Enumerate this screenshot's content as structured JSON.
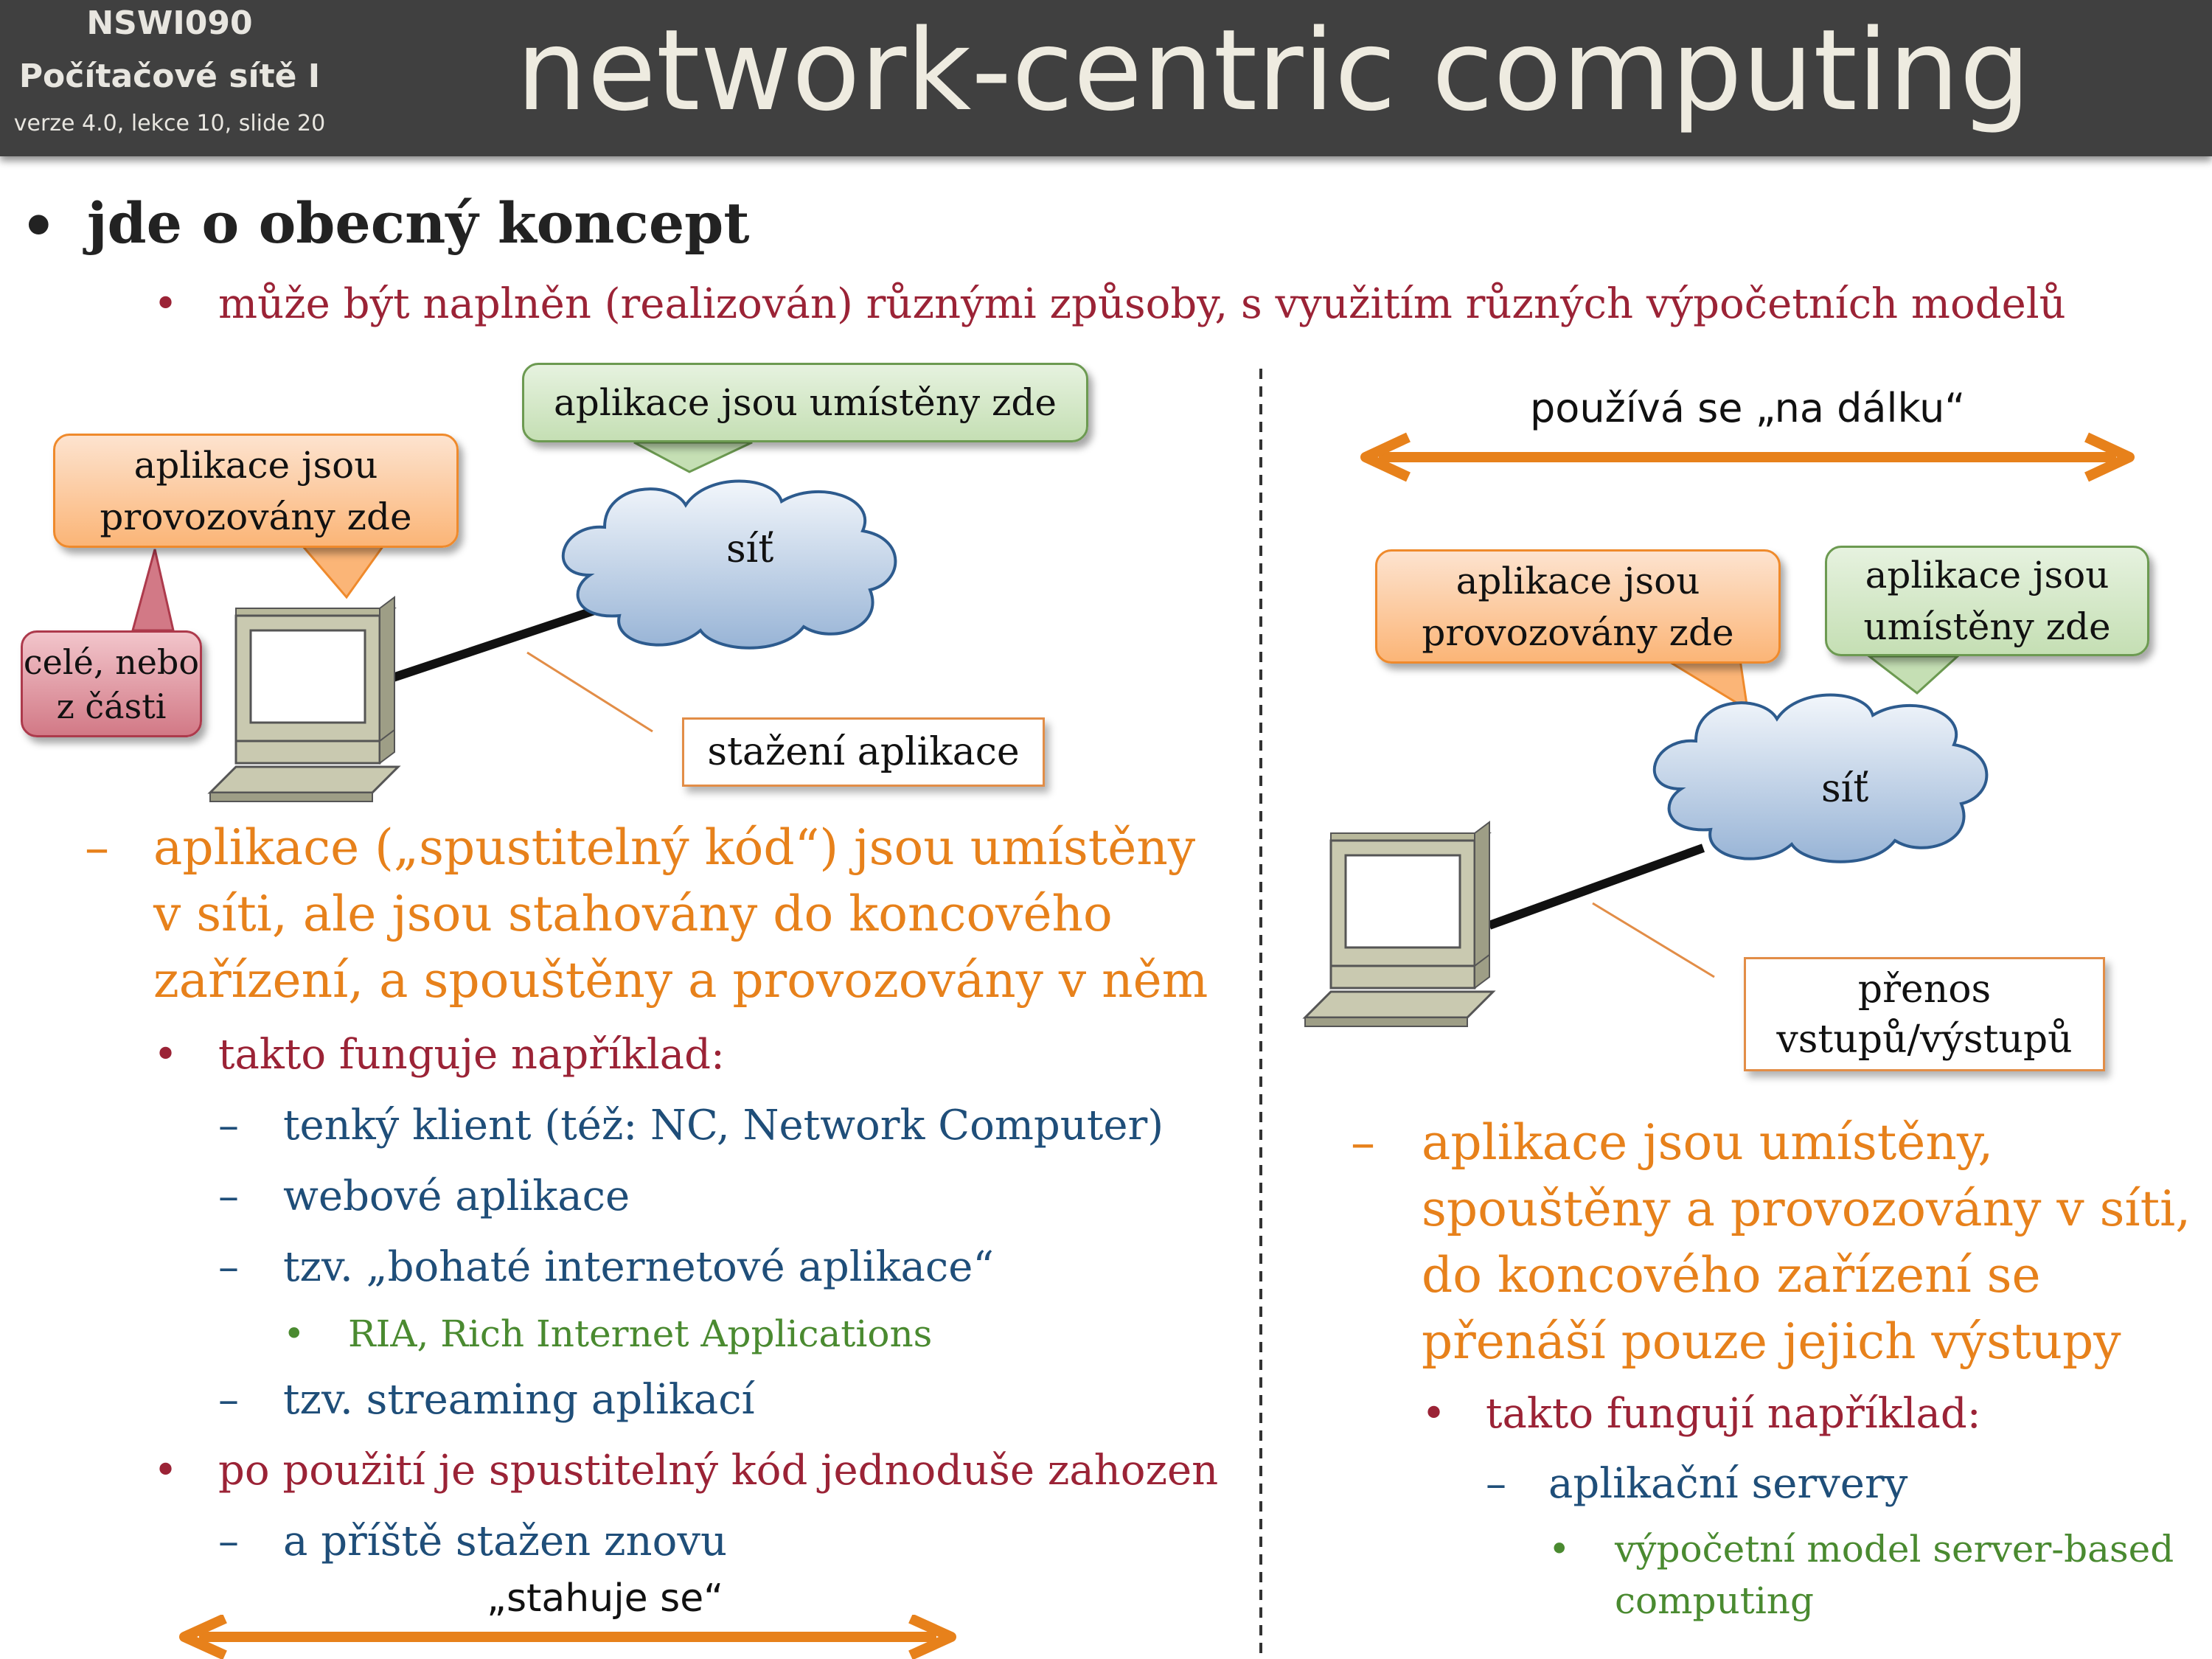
{
  "header": {
    "course_code": "NSWI090",
    "course_name": "Počítačové sítě I",
    "version": "verze 4.0, lekce  10, slide 20",
    "title": "network-centric computing"
  },
  "intro": {
    "bullet": "jde o obecný koncept",
    "sub": "může být naplněn (realizován) různými způsoby, s využitím různých výpočetních modelů"
  },
  "left_diagram": {
    "callout_stored": "aplikace jsou umístěny zde",
    "callout_run_1": "aplikace jsou",
    "callout_run_2": "provozovány zde",
    "callout_partial_1": "celé, nebo",
    "callout_partial_2": "z části",
    "cloud_label": "síť",
    "download_label": "stažení aplikace"
  },
  "left_text": {
    "main_1": "aplikace („spustitelný kód“) jsou umístěny",
    "main_2": "v síti, ale jsou stahovány do koncového",
    "main_3": "zařízení, a spouštěny a provozovány v něm",
    "example_heading": "takto funguje například:",
    "ex1": "tenký klient (též: NC, Network Computer)",
    "ex2": "webové aplikace",
    "ex3": "tzv. „bohaté internetové aplikace“",
    "ex3_sub": "RIA, Rich Internet Applications",
    "ex4": "tzv. streaming aplikací",
    "after": "po použití je spustitelný kód jednoduše zahozen",
    "after_sub": "a příště stažen znovu",
    "arrow_label": "„stahuje se“"
  },
  "right_diagram": {
    "arrow_label": "používá se „na dálku“",
    "callout_run_1": "aplikace jsou",
    "callout_run_2": "provozovány zde",
    "callout_stored_1": "aplikace jsou",
    "callout_stored_2": "umístěny zde",
    "cloud_label": "síť",
    "io_label_1": "přenos",
    "io_label_2": "vstupů/výstupů"
  },
  "right_text": {
    "main_1": "aplikace jsou umístěny,",
    "main_2": "spouštěny a provozovány v síti,",
    "main_3": "do koncového zařízení se",
    "main_4": "přenáší pouze jejich výstupy",
    "example_heading": "takto fungují například:",
    "ex1": "aplikační servery",
    "ex1_sub_1": "výpočetní model server-based",
    "ex1_sub_2": "computing"
  },
  "colors": {
    "header_bg": "#404040",
    "orange": "#e7811b",
    "red": "#9b2336",
    "blue": "#1f4e79",
    "green": "#4a8a30"
  }
}
